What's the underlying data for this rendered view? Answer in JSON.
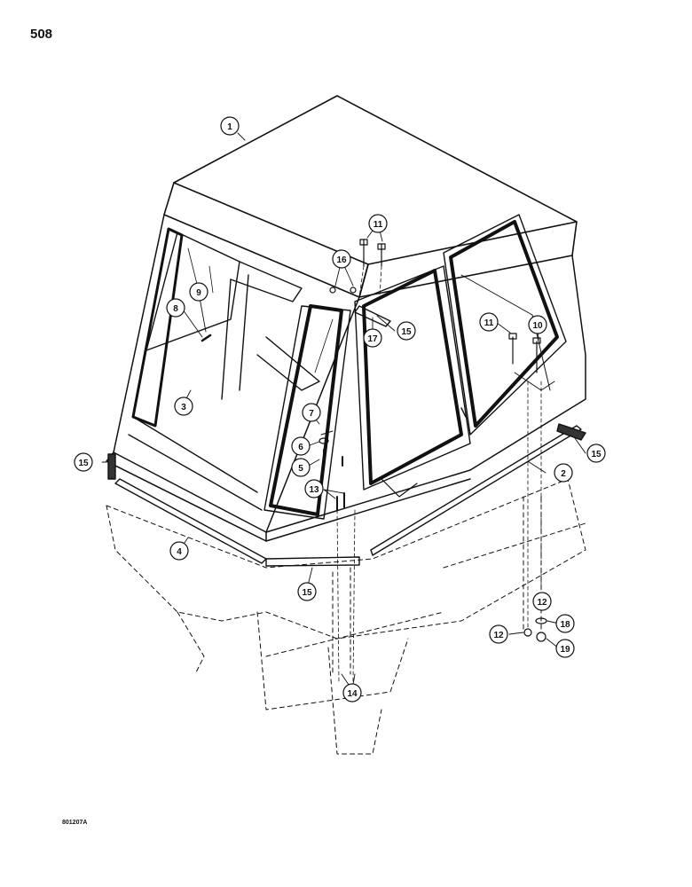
{
  "page": {
    "number": "508",
    "drawing_code": "801207A"
  },
  "callouts": [
    {
      "label": "1"
    },
    {
      "label": "2"
    },
    {
      "label": "3"
    },
    {
      "label": "4"
    },
    {
      "label": "5"
    },
    {
      "label": "6"
    },
    {
      "label": "7"
    },
    {
      "label": "8"
    },
    {
      "label": "9"
    },
    {
      "label": "10"
    },
    {
      "label": "11"
    },
    {
      "label": "11"
    },
    {
      "label": "12"
    },
    {
      "label": "12"
    },
    {
      "label": "13"
    },
    {
      "label": "14"
    },
    {
      "label": "15"
    },
    {
      "label": "15"
    },
    {
      "label": "15"
    },
    {
      "label": "15"
    },
    {
      "label": "16"
    },
    {
      "label": "17"
    },
    {
      "label": "18"
    },
    {
      "label": "19"
    }
  ]
}
